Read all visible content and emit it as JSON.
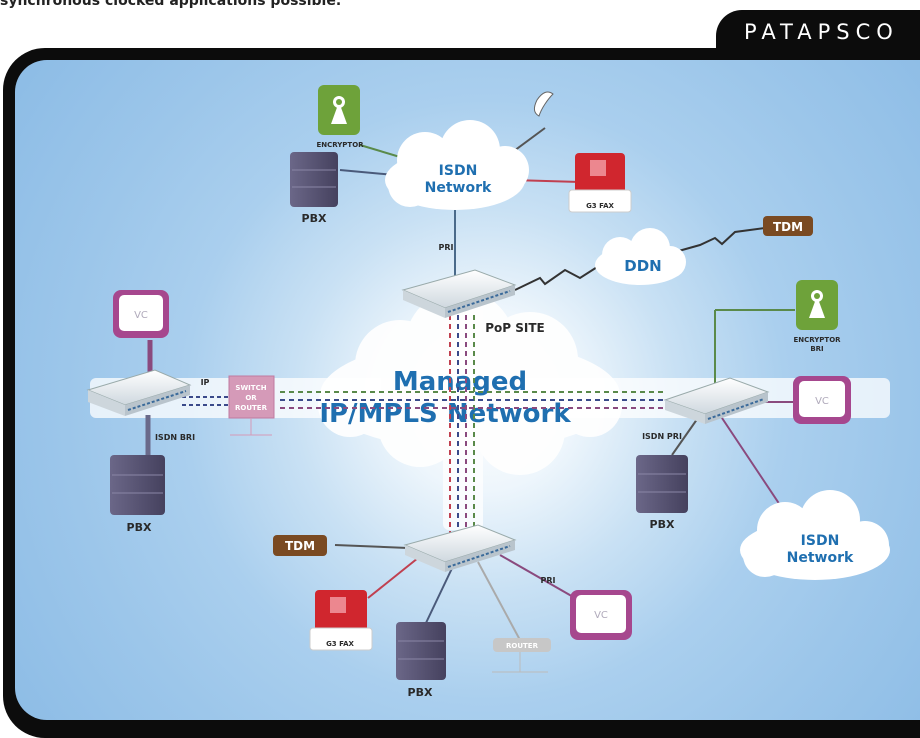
{
  "heading": "synchronous clocked applications possible.",
  "brand": "PATAPSCO",
  "labels": {
    "managed_line1": "Managed",
    "managed_line2": "IP/MPLS Network",
    "isdn_top_line1": "ISDN",
    "isdn_top_line2": "Network",
    "isdn_right_line1": "ISDN",
    "isdn_right_line2": "Network",
    "ddn": "DDN",
    "tdm": "TDM",
    "pop_site": "PoP SITE",
    "pri": "PRI",
    "ip": "IP",
    "isdn_bri": "ISDN BRI",
    "isdn_pri": "ISDN PRI",
    "pbx": "PBX",
    "vc": "VC",
    "encryptor": "ENCRYPTOR",
    "encryptor_bri_line1": "ENCRYPTOR",
    "encryptor_bri_line2": "BRI",
    "g3fax": "G3 FAX",
    "switch_line1": "SWITCH",
    "switch_line2": "OR",
    "switch_line3": "ROUTER",
    "router": "ROUTER"
  },
  "colors": {
    "cloud_text": "#1f6fb0",
    "label_dark": "#2a2a2a",
    "tdm": "#7a4a22",
    "encryptor": "#6ea23a",
    "fax": "#d0262e",
    "vc": "#a6478e",
    "pbx": "#5a5675",
    "switch": "#d59ab8",
    "line_green": "#5a8a4a",
    "line_purple": "#8a4a7e",
    "line_red": "#c04050"
  }
}
